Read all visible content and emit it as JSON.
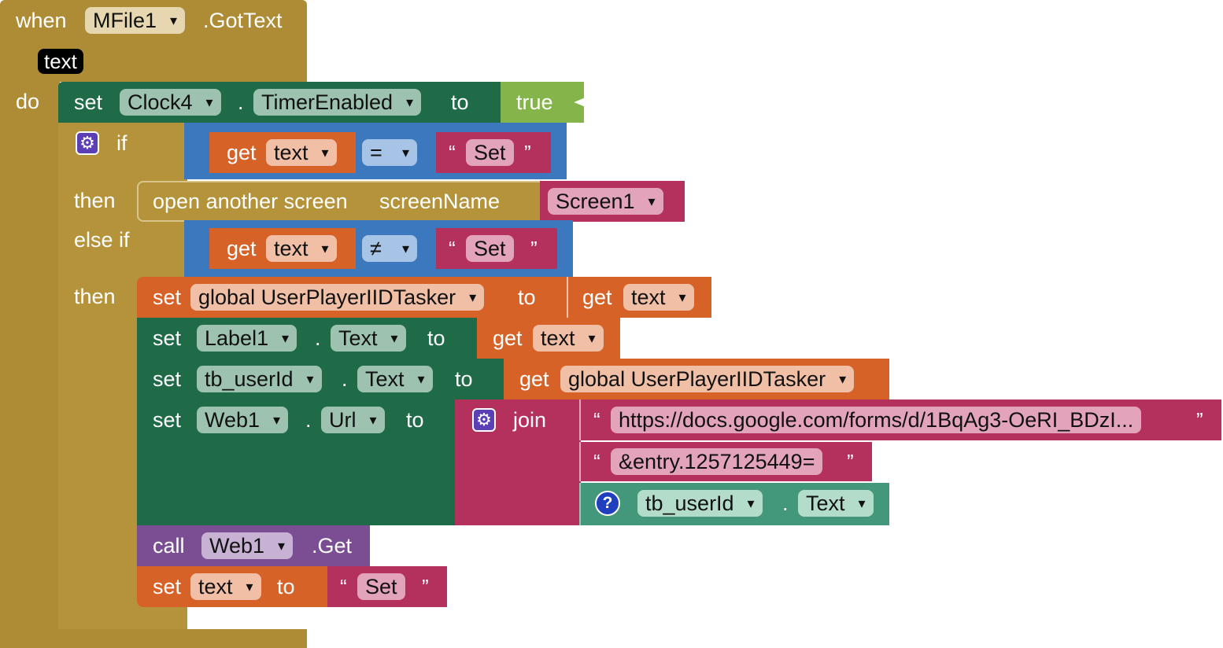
{
  "colors": {
    "event": "#ae8b35",
    "component_set": "#1f6b47",
    "component_get": "#43977b",
    "logic": "#84b44a",
    "control": "#3b78bd",
    "text": "#b5315d",
    "variable": "#d76227",
    "procedure_call": "#7b4e93",
    "control_gold": "#b4933a"
  },
  "event": {
    "when_label": "when",
    "component": "MFile1",
    "event_name": ".GotText",
    "param": "text",
    "do_label": "do"
  },
  "statement1": {
    "set_label": "set",
    "component": "Clock4",
    "dot": ".",
    "property": "TimerEnabled",
    "to_label": "to",
    "value": "true"
  },
  "if_block": {
    "gear_icon": "gear-icon",
    "if_label": "if",
    "then_label": "then",
    "else_if_label": "else if",
    "then2_label": "then",
    "cond1": {
      "get_label": "get",
      "var": "text",
      "op": "=",
      "text": "Set"
    },
    "open_screen": {
      "label": "open another screen",
      "param": "screenName",
      "value": "Screen1"
    },
    "cond2": {
      "get_label": "get",
      "var": "text",
      "op": "≠",
      "text": "Set"
    }
  },
  "then_body": {
    "s1": {
      "set_label": "set",
      "var": "global UserPlayerIIDTasker",
      "to_label": "to",
      "get_label": "get",
      "value": "text"
    },
    "s2": {
      "set_label": "set",
      "component": "Label1",
      "dot": ".",
      "property": "Text",
      "to_label": "to",
      "get_label": "get",
      "value": "text"
    },
    "s3": {
      "set_label": "set",
      "component": "tb_userId",
      "dot": ".",
      "property": "Text",
      "to_label": "to",
      "get_label": "get",
      "value": "global UserPlayerIIDTasker"
    },
    "s4": {
      "set_label": "set",
      "component": "Web1",
      "dot": ".",
      "property": "Url",
      "to_label": "to",
      "join_label": "join",
      "item1": "https://docs.google.com/forms/d/1BqAg3-OeRI_BDzI...",
      "item2": "&entry.1257125449=",
      "item3_component": "tb_userId",
      "item3_dot": ".",
      "item3_property": "Text"
    },
    "s5": {
      "call_label": "call",
      "component": "Web1",
      "method": ".Get"
    },
    "s6": {
      "set_label": "set",
      "var": "text",
      "to_label": "to",
      "value": "Set"
    }
  },
  "quotes": {
    "open": "“",
    "close": "”"
  }
}
